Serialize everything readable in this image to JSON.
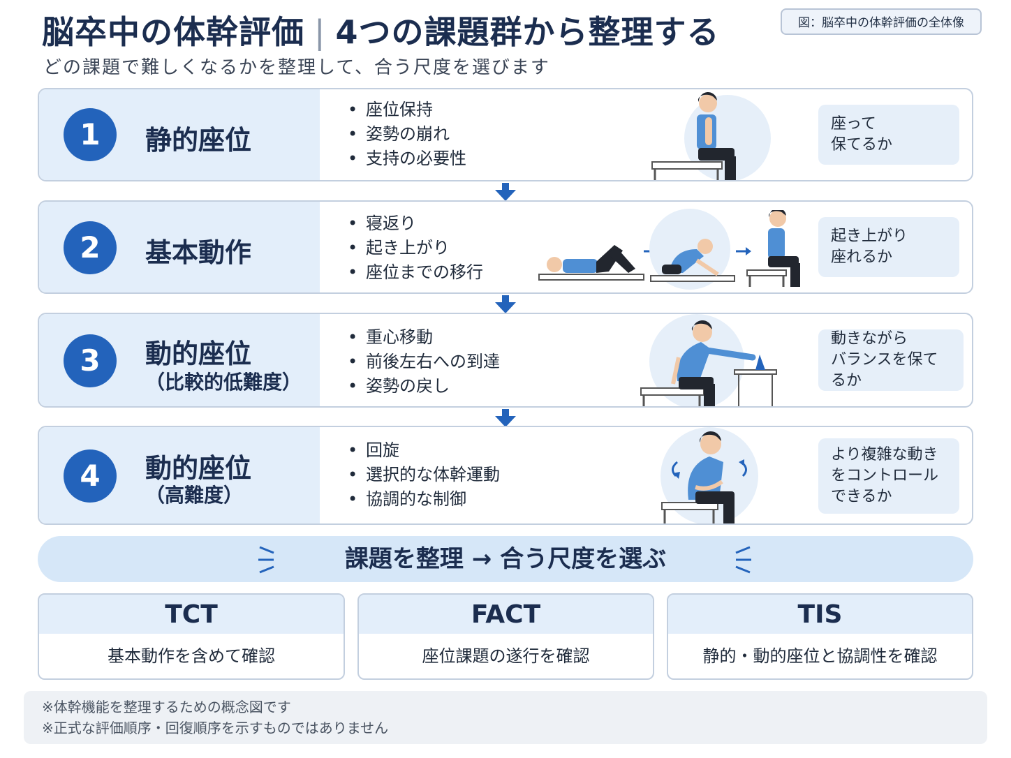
{
  "header": {
    "title_main": "脳卒中の体幹評価",
    "title_sep": "|",
    "title_sub": "4つの課題群から整理する",
    "subtitle": "どの課題で難しくなるかを整理して、合う尺度を選びます",
    "figure_label": "図：脳卒中の体幹評価の全体像"
  },
  "rows": [
    {
      "number": "1",
      "title": "静的座位",
      "subtitle": "",
      "bullets": [
        "座位保持",
        "姿勢の崩れ",
        "支持の必要性"
      ],
      "question": [
        "座って",
        "保てるか"
      ]
    },
    {
      "number": "2",
      "title": "基本動作",
      "subtitle": "",
      "bullets": [
        "寝返り",
        "起き上がり",
        "座位までの移行"
      ],
      "question": [
        "起き上がり",
        "座れるか"
      ]
    },
    {
      "number": "3",
      "title": "動的座位",
      "subtitle": "（比較的低難度）",
      "bullets": [
        "重心移動",
        "前後左右への到達",
        "姿勢の戻し"
      ],
      "question": [
        "動きながら",
        "バランスを保てるか"
      ]
    },
    {
      "number": "4",
      "title": "動的座位",
      "subtitle": "（高難度）",
      "bullets": [
        "回旋",
        "選択的な体幹運動",
        "協調的な制御"
      ],
      "question": [
        "より複雑な動き",
        "をコントロール",
        "できるか"
      ]
    }
  ],
  "banner": {
    "text": "課題を整理 → 合う尺度を選ぶ"
  },
  "scales": [
    {
      "name": "TCT",
      "desc": "基本動作を含めて確認"
    },
    {
      "name": "FACT",
      "desc": "座位課題の遂行を確認"
    },
    {
      "name": "TIS",
      "desc": "静的・動的座位と協調性を確認"
    }
  ],
  "notes": [
    "※体幹機能を整理するための概念図です",
    "※正式な評価順序・回復順序を示すものではありません"
  ],
  "colors": {
    "accent": "#2363bb",
    "panel": "#e3eefa",
    "border": "#c3cfdf",
    "shirt": "#4f8fd4"
  },
  "icons": [
    "seated-person-icon",
    "lying-person-icon",
    "rising-person-icon",
    "reaching-person-icon",
    "rotating-person-icon",
    "down-arrow-icon",
    "right-arrow-icon",
    "sparkle-icon"
  ]
}
